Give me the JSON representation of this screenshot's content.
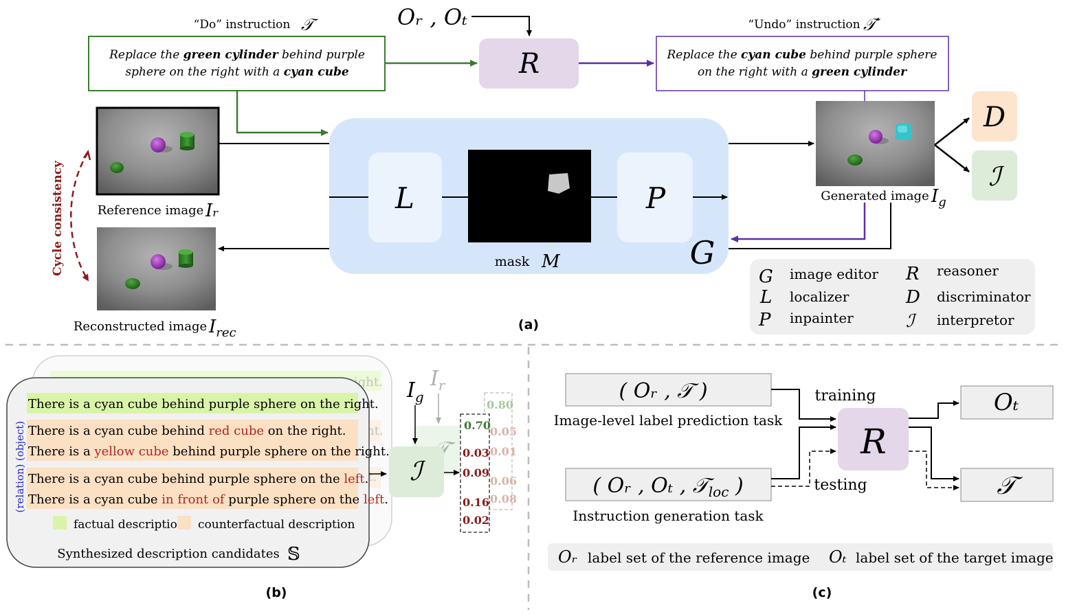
{
  "panel_a": {
    "do_label": "“Do” instruction",
    "do_symbol": "𝒯",
    "undo_label": "“Undo” instruction",
    "undo_symbol": "𝒯′",
    "do_text": {
      "line1_pre": "Replace the ",
      "line1_bold": "green cylinder",
      "line1_post": " behind purple",
      "line2_pre": "sphere on the right with a ",
      "line2_bold": "cyan cube"
    },
    "undo_text": {
      "line1_pre": "Replace the ",
      "line1_bold": "cyan cube",
      "line1_post": " behind purple sphere",
      "line2_pre": "on the right with a ",
      "line2_bold": "green cylinder"
    },
    "or_ot_input": "Oᵣ , Oₜ",
    "reasoner": "R",
    "localizer": "L",
    "inpainter": "P",
    "editor": "G",
    "discriminator": "D",
    "interpreter": "ℐ",
    "mask_label": "mask",
    "mask_symbol": "M",
    "reference_label": "Reference image",
    "reference_symbol": "Iᵣ",
    "reconstructed_label": "Reconstructed image",
    "reconstructed_symbol": "I",
    "reconstructed_sub": "rec",
    "generated_label": "Generated image",
    "generated_symbol": "I",
    "generated_sub": "g",
    "cycle_label": "Cycle consistency",
    "caption": "(a)",
    "legend": [
      {
        "sym": "G",
        "text": "image editor"
      },
      {
        "sym": "R",
        "text": "reasoner"
      },
      {
        "sym": "L",
        "text": "localizer"
      },
      {
        "sym": "D",
        "text": "discriminator"
      },
      {
        "sym": "P",
        "text": "inpainter"
      },
      {
        "sym": "ℐ",
        "text": "interpretor"
      }
    ],
    "colors": {
      "do_green": "#3c7a33",
      "undo_purple": "#5b2ea6",
      "editor_blue": "#d6e6fa",
      "reasoner_purple": "#e4d7ea",
      "disc_orange": "#fde4cc",
      "interp_green": "#dcecd9",
      "cycle_red": "#8b1a1a"
    }
  },
  "panel_b": {
    "sentences": [
      {
        "pre": "There is a cyan cube behind purple sphere on the right.",
        "red": "",
        "post": "",
        "kind": "factual"
      },
      {
        "pre": "There is a cyan cube behind ",
        "red": "red cube",
        "post": " on the right.",
        "kind": "counterfactual"
      },
      {
        "pre": "There is a ",
        "red": "yellow cube",
        "post": " behind purple sphere on the right.",
        "kind": "counterfactual"
      },
      {
        "pre": "There is a cyan cube behind purple sphere on the ",
        "red": "left",
        "post": ".",
        "kind": "counterfactual"
      },
      {
        "pre": "There is a cyan cube ",
        "red": "in front of",
        "post": " purple sphere on the ",
        "red2": "left",
        "post2": ".",
        "kind": "counterfactual"
      }
    ],
    "object_tag": "(object)",
    "relation_tag": "(relation)",
    "legend_factual": "factual description",
    "legend_counterfactual": "counterfactual description",
    "candidates_label": "Synthesized description candidates",
    "candidates_symbol": "𝕊",
    "input_ig": "I",
    "input_ig_sub": "g",
    "input_ir": "I",
    "input_ir_sub": "r",
    "interpreter": "ℐ",
    "back_interpreter": "𝒯",
    "ghost_right": "ight.",
    "ghost_ht1": "ht.",
    "ghost_ht2": "ht.",
    "ghost_t": "t.",
    "scores_front": [
      "0.70",
      "0.03",
      "0.09",
      "0.16",
      "0.02"
    ],
    "scores_back": [
      "0.80",
      "0.05",
      "0.01",
      "0.06",
      "0.08"
    ],
    "caption": "(b)"
  },
  "panel_c": {
    "task1_input": "( Oᵣ , 𝒯 )",
    "task1_label": "Image-level label prediction task",
    "task2_input": "( Oᵣ , Oₜ , 𝒯",
    "task2_sub": "loc",
    "task2_close": " )",
    "task2_label": "Instruction generation task",
    "reasoner": "R",
    "training": "training",
    "testing": "testing",
    "out1": "Oₜ",
    "out2": "𝒯",
    "legend1_sym": "Oᵣ",
    "legend1_text": "label set of the reference image",
    "legend2_sym": "Oₜ",
    "legend2_text": "label set of the target image",
    "caption": "(c)"
  }
}
